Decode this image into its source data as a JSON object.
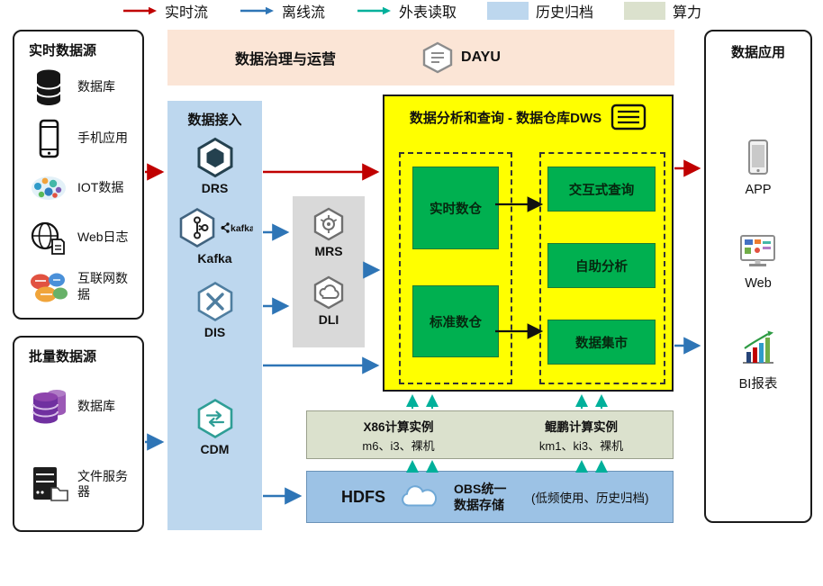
{
  "colors": {
    "realtime_flow": "#c00000",
    "offline_flow": "#2e75b6",
    "external_read": "#00b09b",
    "archive_fill": "#bdd7ee",
    "compute_fill": "#dbe1cd",
    "governance_fill": "#fbe5d6",
    "ingestion_fill": "#bdd7ee",
    "dws_fill": "#ffff00",
    "green_box": "#00b050"
  },
  "realtime_sources": {
    "title": "实时数据源",
    "items": [
      {
        "label": "数据库",
        "icon": "database-icon"
      },
      {
        "label": "手机应用",
        "icon": "mobile-phone-icon"
      },
      {
        "label": "IOT数据",
        "icon": "iot-cloud-icon"
      },
      {
        "label": "Web日志",
        "icon": "web-log-icon"
      },
      {
        "label": "互联网数据",
        "icon": "internet-data-icon"
      }
    ]
  },
  "batch_sources": {
    "title": "批量数据源",
    "items": [
      {
        "label": "数据库",
        "icon": "database-cluster-icon"
      },
      {
        "label": "文件服务器",
        "icon": "file-server-icon"
      }
    ]
  },
  "governance": {
    "title": "数据治理与运营",
    "product": "DAYU"
  },
  "ingestion": {
    "title": "数据接入",
    "items": [
      {
        "label": "DRS",
        "icon": "drs-hexagon-icon"
      },
      {
        "label": "Kafka",
        "icon": "kafka-hexagon-icon",
        "logo": "kafka"
      },
      {
        "label": "DIS",
        "icon": "dis-hexagon-icon"
      },
      {
        "label": "CDM",
        "icon": "cdm-hexagon-icon"
      }
    ]
  },
  "processing": {
    "items": [
      {
        "label": "MRS",
        "icon": "mrs-hexagon-icon"
      },
      {
        "label": "DLI",
        "icon": "dli-hexagon-icon"
      }
    ]
  },
  "dws": {
    "title": "数据分析和查询 - 数据仓库DWS",
    "warehouses": [
      {
        "label": "实时数仓"
      },
      {
        "label": "标准数仓"
      }
    ],
    "services": [
      {
        "label": "交互式查询"
      },
      {
        "label": "自助分析"
      },
      {
        "label": "数据集市"
      }
    ]
  },
  "compute": {
    "x86": {
      "title": "X86计算实例",
      "detail": "m6、i3、裸机"
    },
    "kunpeng": {
      "title": "鲲鹏计算实例",
      "detail": "km1、ki3、裸机"
    }
  },
  "storage": {
    "hdfs": "HDFS",
    "obs": "OBS统一数据存储",
    "note": "(低频使用、历史归档)"
  },
  "applications": {
    "title": "数据应用",
    "items": [
      {
        "label": "APP",
        "icon": "app-phone-icon"
      },
      {
        "label": "Web",
        "icon": "web-monitor-icon"
      },
      {
        "label": "BI报表",
        "icon": "bi-chart-icon"
      }
    ]
  },
  "legend": {
    "items": [
      {
        "label": "实时流",
        "type": "arrow",
        "color": "#c00000"
      },
      {
        "label": "离线流",
        "type": "arrow",
        "color": "#2e75b6"
      },
      {
        "label": "外表读取",
        "type": "arrow",
        "color": "#00b09b"
      },
      {
        "label": "历史归档",
        "type": "swatch",
        "color": "#bdd7ee"
      },
      {
        "label": "算力",
        "type": "swatch",
        "color": "#dbe1cd"
      }
    ]
  }
}
